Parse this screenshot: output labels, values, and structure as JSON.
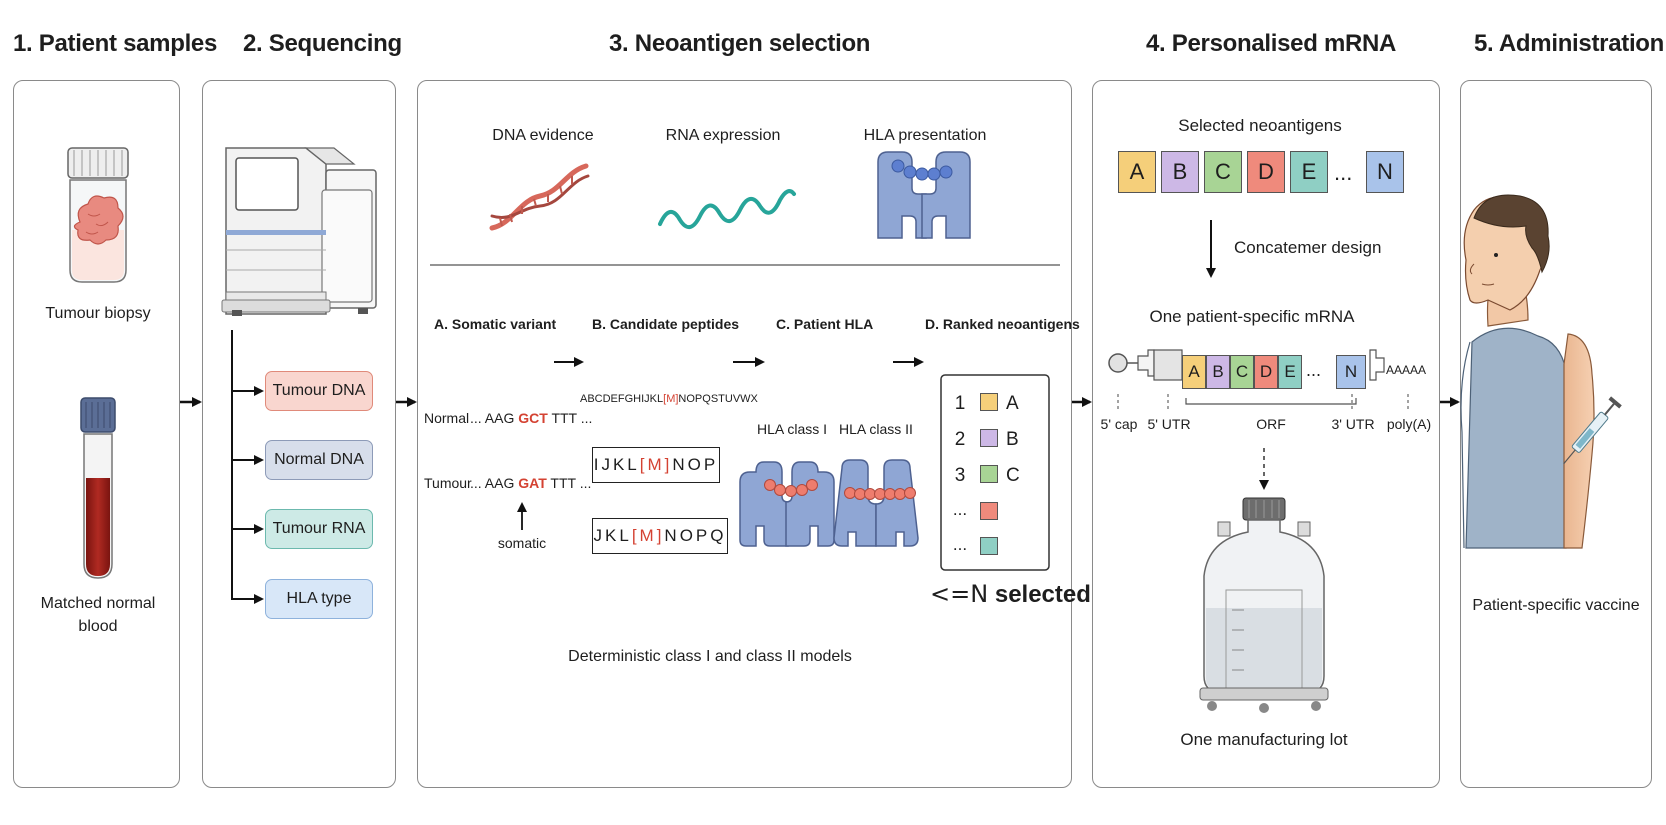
{
  "titles": [
    "1. Patient samples",
    "2. Sequencing",
    "3. Neoantigen selection",
    "4. Personalised mRNA",
    "5. Administration"
  ],
  "samples": {
    "biopsy": "Tumour biopsy",
    "blood_line1": "Matched normal",
    "blood_line2": "blood"
  },
  "sequencing": {
    "outputs": [
      "Tumour DNA",
      "Normal DNA",
      "Tumour RNA",
      "HLA type"
    ]
  },
  "evidence": {
    "dna": "DNA evidence",
    "rna": "RNA expression",
    "hla": "HLA presentation"
  },
  "steps": {
    "a": "A. Somatic variant",
    "b": "B. Candidate peptides",
    "c": "C. Patient HLA",
    "d": "D. Ranked neoantigens"
  },
  "variant": {
    "normal_label": "Normal",
    "normal_pre": "... AAG ",
    "normal_codon": "GCT",
    "normal_post": " TTT ...",
    "tumour_label": "Tumour",
    "tumour_pre": "... AAG ",
    "tumour_codon": "GAT",
    "tumour_post": " TTT ...",
    "somatic": "somatic"
  },
  "peptides": {
    "full_pre": "ABCDEFGHIJKL",
    "full_mut": "[M]",
    "full_post": "NOPQSTUVWX",
    "p1_pre": "IJKL ",
    "p1_mut": "[M]",
    "p1_post": " NOP",
    "p2_pre": "JKL ",
    "p2_mut": "[M]",
    "p2_post": " NOPQ"
  },
  "hla": {
    "class1": "HLA class I",
    "class2": "HLA class II"
  },
  "ranked": {
    "ranks": [
      "1",
      "2",
      "3",
      "...",
      "..."
    ],
    "letters": [
      "A",
      "B",
      "C",
      "",
      ""
    ],
    "colors": [
      "#f5cf7a",
      "#cdb8e6",
      "#a8d495",
      "#ef8a7c",
      "#8fcfc4"
    ]
  },
  "selected_prefix": "<=N",
  "selected_word": "selected",
  "models_note": "Deterministic class I and class II models",
  "mrna": {
    "selected_title": "Selected neoantigens",
    "antigens": [
      "A",
      "B",
      "C",
      "D",
      "E",
      "N"
    ],
    "antigen_colors": [
      "#f5cf7a",
      "#cdb8e6",
      "#a8d495",
      "#ef8a7c",
      "#8fcfc4",
      "#a9c3ea"
    ],
    "ellipsis": "...",
    "design": "Concatemer design",
    "construct_title": "One patient-specific mRNA",
    "polya_seq": "AAAAA",
    "labels": {
      "cap": "5' cap",
      "utr5": "5' UTR",
      "orf": "ORF",
      "utr3": "3' UTR",
      "polya": "poly(A)"
    },
    "lot": "One manufacturing lot"
  },
  "admin": {
    "caption": "Patient-specific vaccine"
  },
  "colors": {
    "red": "#d44232",
    "panel_border": "#8a8a8a",
    "hla_blue": "#8fa6d4",
    "bead_red": "#ee7d6e",
    "bead_blue": "#5d7fd0"
  }
}
